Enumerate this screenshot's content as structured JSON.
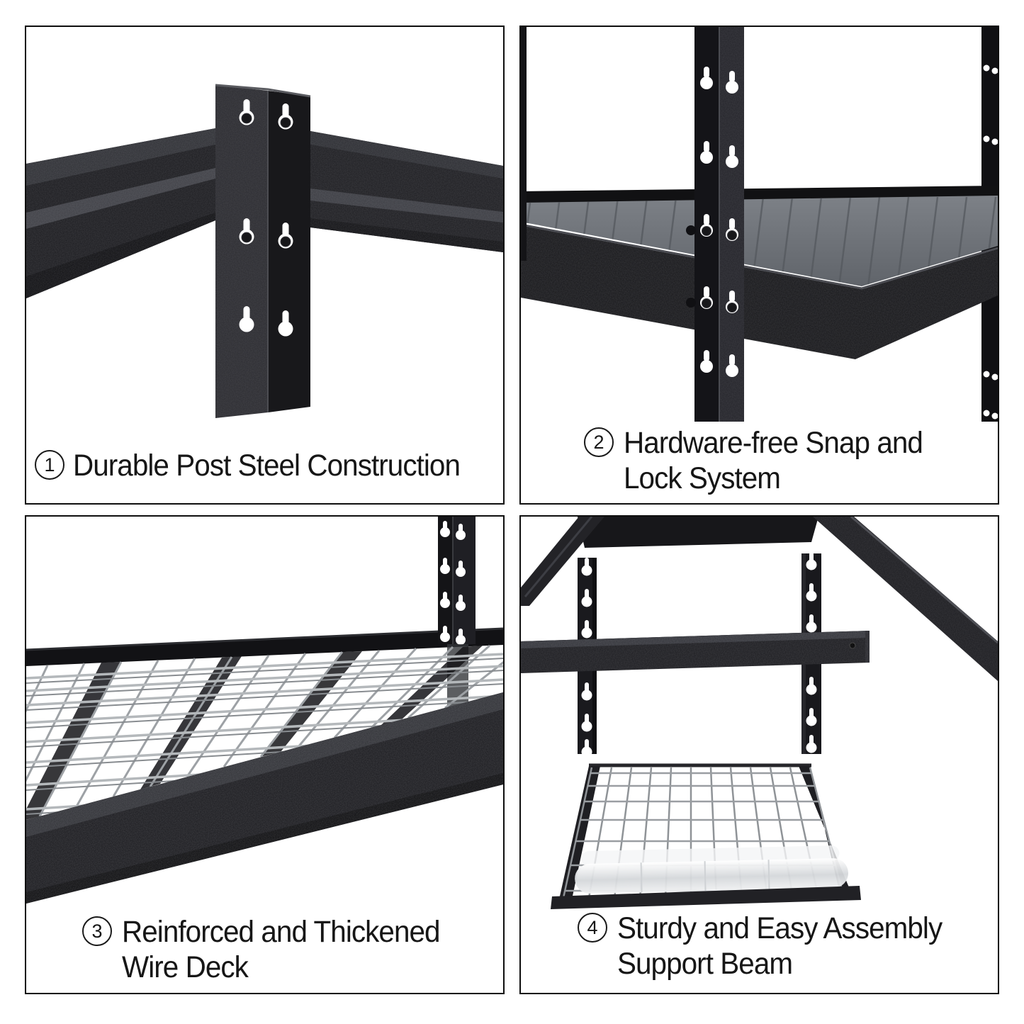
{
  "page": {
    "background": "#ffffff",
    "panel_border_color": "#0e0e0e"
  },
  "colors": {
    "steel_dark": "#1b1b1f",
    "steel_mid": "#2e2f34",
    "wire_gray": "#a9adb1",
    "deck_surface_gray": "#6f7378",
    "caption_text": "#161616"
  },
  "panels": [
    {
      "id": "1",
      "number": "1",
      "line1": "Durable Post Steel Construction",
      "line2": ""
    },
    {
      "id": "2",
      "number": "2",
      "line1": "Hardware-free Snap and",
      "line2": "Lock System"
    },
    {
      "id": "3",
      "number": "3",
      "line1": "Reinforced and Thickened",
      "line2": "Wire Deck"
    },
    {
      "id": "4",
      "number": "4",
      "line1": "Sturdy and Easy Assembly",
      "line2": "Support Beam"
    }
  ]
}
